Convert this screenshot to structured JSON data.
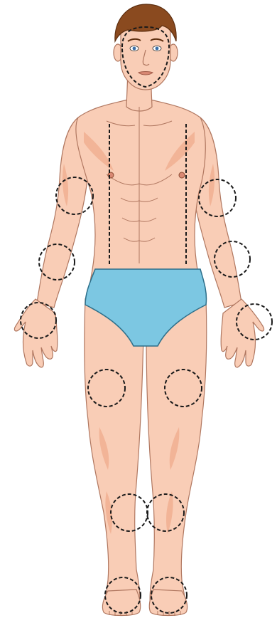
{
  "figure": {
    "name": "front-body-diagram",
    "colors": {
      "skin": "#f9cdb6",
      "skin_shadow": "#f0a98a",
      "skin_line": "#b07760",
      "hair": "#8a4a1f",
      "hair_dark": "#5e2f10",
      "briefs": "#7cc7e2",
      "briefs_line": "#2d6f8a",
      "eyes": "#3a6ea8",
      "lips": "#d98873",
      "marker": "#1a1a1a"
    },
    "markers": {
      "style": "dashed",
      "circles": [
        "face",
        "right-upper-arm",
        "left-upper-arm",
        "right-forearm",
        "left-forearm",
        "right-wrist",
        "left-wrist",
        "right-thigh",
        "left-thigh",
        "right-shin",
        "left-shin",
        "right-ankle",
        "left-ankle"
      ],
      "lines": [
        "right-torso-line",
        "left-torso-line"
      ]
    }
  }
}
